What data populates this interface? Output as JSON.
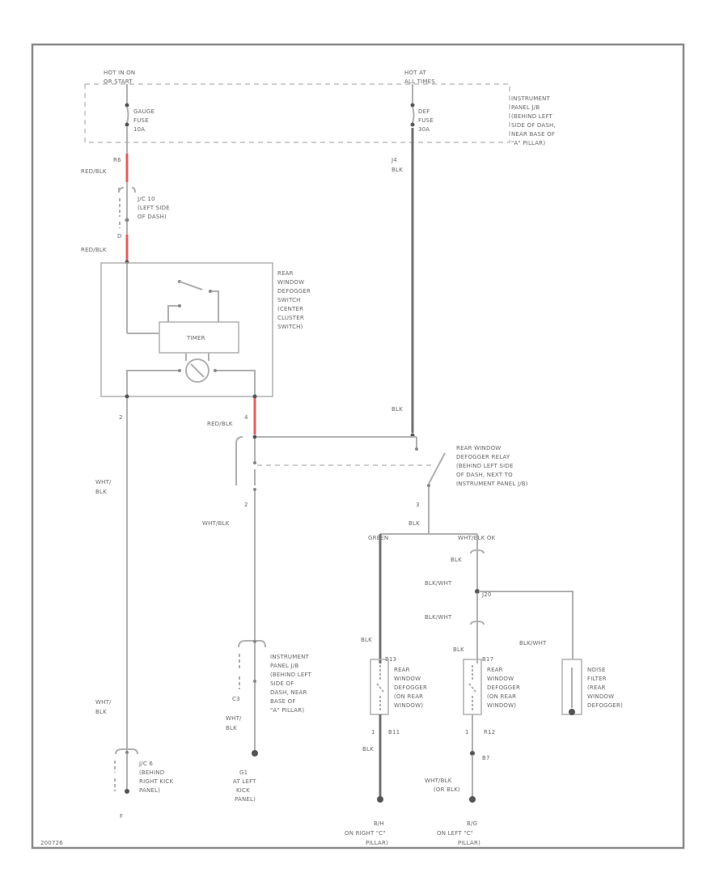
{
  "labels": {
    "hot_run_1": "HOT IN ON",
    "hot_run_2": "OR START",
    "hot_at_1": "HOT AT",
    "hot_at_2": "ALL TIMES",
    "gauge_fuse_1": "GAUGE",
    "gauge_fuse_2": "FUSE",
    "gauge_fuse_3": "10A",
    "def_fuse_1": "DEF",
    "def_fuse_2": "FUSE",
    "def_fuse_3": "30A",
    "ip_jb_top": [
      "INSTRUMENT",
      "PANEL J/B",
      "(BEHIND LEFT",
      "SIDE OF DASH,",
      "NEAR BASE OF",
      "\"A\" PILLAR)"
    ],
    "pin_r6": "R6",
    "red_blk_1": "RED/BLK",
    "j4": "J4",
    "blk_1": "BLK",
    "jc10": [
      "J/C 10",
      "(LEFT SIDE",
      "OF DASH)"
    ],
    "pin_d": "D",
    "red_blk_2": "RED/BLK",
    "switch_desc": [
      "REAR",
      "WINDOW",
      "DEFOGGER",
      "SWITCH",
      "(CENTER",
      "CLUSTER",
      "SWITCH)"
    ],
    "timer": "TIMER",
    "pin_2a": "2",
    "pin_4": "4",
    "red_blk_3": "RED/BLK",
    "blk_2": "BLK",
    "relay_desc": [
      "REAR WINDOW",
      "DEFOGGER RELAY",
      "(BEHIND LEFT SIDE",
      "OF DASH, NEXT TO",
      "INSTRUMENT PANEL J/B)"
    ],
    "pin_2b": "2",
    "pin_3": "3",
    "wht_blk_1": "WHT/BLK",
    "blk_3": "BLK",
    "green": "GREEN",
    "wht_blk_ok": "WHT/BLK OK",
    "wht_blk_2": "WHT/",
    "wht_blk_2b": "BLK",
    "blk_4": "BLK",
    "blk_wht_1": "BLK/WHT",
    "j20": "J20",
    "blk_wht_2": "BLK/WHT",
    "blk_wht_3": "BLK/WHT",
    "ip_jb_mid": [
      "INSTRUMENT",
      "PANEL J/B",
      "(BEHIND LEFT",
      "SIDE OF",
      "DASH, NEAR",
      "BASE OF",
      "\"A\" PILLAR)"
    ],
    "c3": "C3",
    "blk_5": "BLK",
    "b13": "B13",
    "blk_6": "BLK",
    "b17": "B17",
    "rear_def_1": [
      "REAR",
      "WINDOW",
      "DEFOGGER",
      "(ON REAR",
      "WINDOW)"
    ],
    "rear_def_2": [
      "REAR",
      "WINDOW",
      "DEFOGGER",
      "(ON REAR",
      "WINDOW)"
    ],
    "noise_filter": [
      "NOISE",
      "FILTER",
      "(REAR",
      "WINDOW",
      "DEFOGGER)"
    ],
    "wht_blk_3": "WHT/",
    "wht_blk_3b": "BLK",
    "wht_blk_4": "WHT/",
    "wht_blk_4b": "BLK",
    "pin_1a": "1",
    "b11": "B11",
    "pin_1b": "1",
    "r12": "R12",
    "blk_7": "BLK",
    "b7": "B7",
    "wht_blk_or": "WHT/BLK",
    "or_blk": "(OR BLK)",
    "jc6": [
      "J/C 6",
      "(BEHIND",
      "RIGHT KICK",
      "PANEL)"
    ],
    "pin_f": "F",
    "g_left_kick": [
      "G1",
      "AT LEFT",
      "KICK",
      "PANEL)"
    ],
    "g_right_c": [
      "B/H",
      "ON RIGHT \"C\"",
      "PILLAR)"
    ],
    "g_left_c": [
      "B/G",
      "ON LEFT \"C\"",
      "PILLAR)"
    ],
    "figure_id": "200726"
  }
}
